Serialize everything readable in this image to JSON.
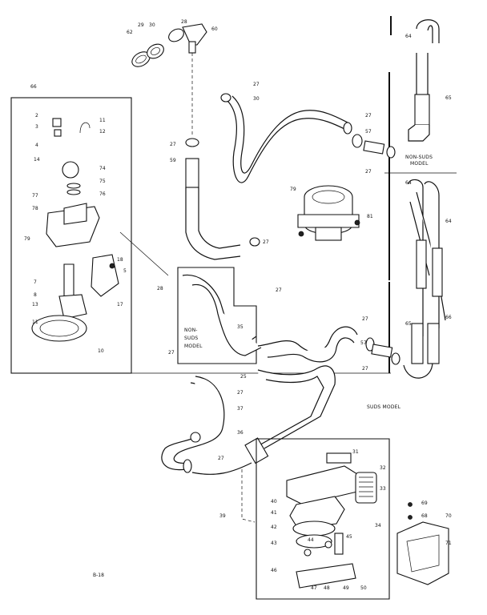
{
  "callouts": {
    "c62": "62",
    "c29": "29",
    "c30a": "30",
    "c28": "28",
    "c60": "60",
    "c27a": "27",
    "c30b": "30",
    "c27b": "27",
    "c59": "59",
    "c64a": "64",
    "c65a": "65",
    "c27c": "27",
    "c57a": "57",
    "c27d": "27",
    "c66": "66",
    "c2": "2",
    "c3": "3",
    "c4": "4",
    "c11a": "11",
    "c12": "12",
    "c14": "14",
    "c74": "74",
    "c75": "75",
    "c76": "76",
    "c77": "77",
    "c78": "78",
    "c79": "79",
    "c18": "18",
    "c5": "5",
    "c7": "7",
    "c8": "8",
    "c17": "17",
    "c13": "13",
    "c11b": "11",
    "c10": "10",
    "c79b": "79",
    "c81": "81",
    "c27e": "27",
    "c27f": "27",
    "c28b": "28",
    "c64b": "64",
    "c64c": "64",
    "c65b": "65",
    "c66b": "66",
    "c27g": "27",
    "c57b": "57",
    "c27h": "27",
    "c27i": "27",
    "c35": "35",
    "c25": "25",
    "c27j": "27",
    "c37": "37",
    "c36": "36",
    "c27k": "27",
    "c31": "31",
    "c32": "32",
    "c33": "33",
    "c34": "34",
    "c39": "39",
    "c40": "40",
    "c41": "41",
    "c42": "42",
    "c43": "43",
    "c44": "44",
    "c45": "45",
    "c46": "46",
    "c47": "47",
    "c48": "48",
    "c49": "49",
    "c50": "50",
    "c69": "69",
    "c68": "68",
    "c70": "70",
    "c71": "71"
  },
  "models": {
    "non_suds_top": "NON-SUDS",
    "non_suds_top_2": "MODEL",
    "non_suds_mid": "NON-",
    "non_suds_mid_2": "SUDS",
    "non_suds_mid_3": "MODEL",
    "suds": "SUDS MODEL"
  },
  "footer": {
    "code": "B-18"
  }
}
